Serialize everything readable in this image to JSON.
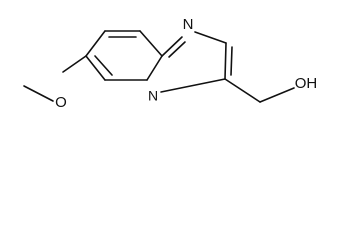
{
  "molecule": {
    "atoms": {
      "n_ring": "N",
      "n_bridge": "N",
      "o_methoxy": "O",
      "oh": "OH"
    }
  }
}
